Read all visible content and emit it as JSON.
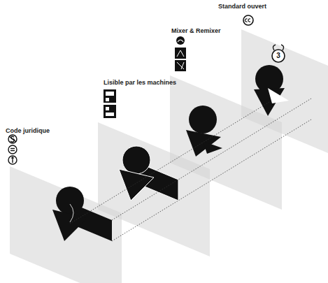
{
  "diagram": {
    "labels": [
      "Code juridique",
      "Lisible par les machines",
      "Mixer & Remixer",
      "Standard ouvert",
      "3"
    ]
  }
}
